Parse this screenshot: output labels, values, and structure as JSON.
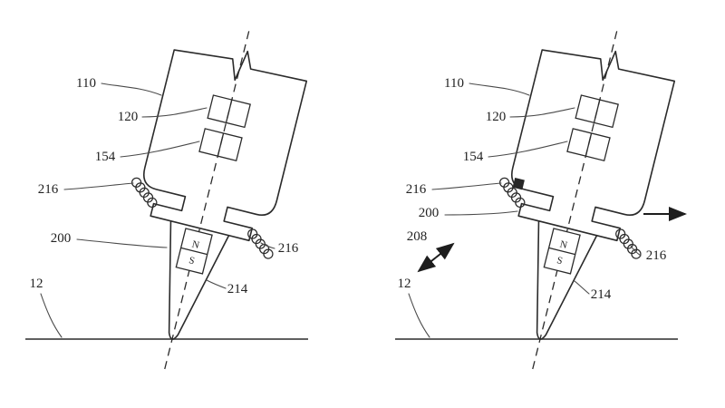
{
  "figure": {
    "magnet_n": "N",
    "magnet_s": "S",
    "left": {
      "ref_110": "110",
      "ref_120": "120",
      "ref_154": "154",
      "ref_216_left": "216",
      "ref_200": "200",
      "ref_12": "12",
      "ref_216_right": "216",
      "ref_214": "214"
    },
    "right": {
      "ref_110": "110",
      "ref_120": "120",
      "ref_154": "154",
      "ref_216_left": "216",
      "ref_200": "200",
      "ref_208": "208",
      "ref_12": "12",
      "ref_216_right": "216",
      "ref_214": "214"
    }
  }
}
